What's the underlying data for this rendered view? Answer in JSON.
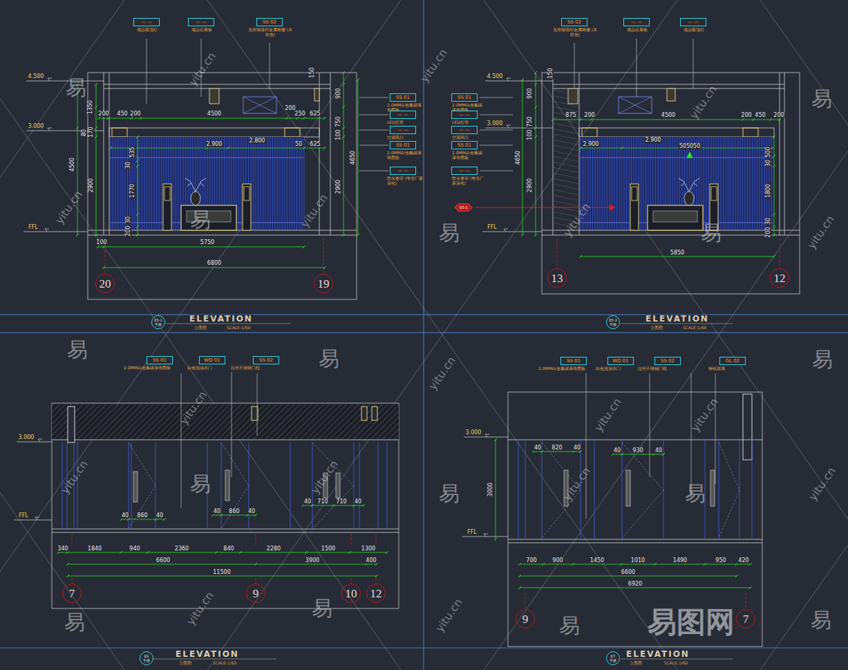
{
  "diagram": {
    "nodes": [
      {
        "text": [
          "— —",
          "成品吸顶灯"
        ]
      },
      {
        "text": [
          "— —",
          "成品石膏板"
        ]
      },
      {
        "text": [
          "SS 02",
          "龙骨隔墙封金属格栅 (木纹色)"
        ]
      },
      {
        "text": [
          "SS 01",
          "2.0MM白色氟碳漆饰面板"
        ]
      },
      {
        "text": [
          "— —",
          "LED灯带"
        ]
      },
      {
        "text": [
          "— —",
          "空调风口"
        ]
      },
      {
        "text": [
          "SS 01",
          "2.0MM白色氟碳漆饰面板"
        ]
      },
      {
        "text": [
          "— —",
          "防火卷帘 (专业厂家深化)"
        ]
      },
      {
        "text": [
          "20"
        ]
      },
      {
        "text": [
          "19"
        ]
      },
      {
        "text": [
          "E5-1",
          "手册"
        ]
      },
      {
        "text": [
          "SS 02",
          "龙骨隔墙封金属格栅 (木纹色)"
        ]
      },
      {
        "text": [
          "— —",
          "成品石膏板"
        ]
      },
      {
        "text": [
          "— —",
          "成品吸顶灯"
        ]
      },
      {
        "text": [
          "SS 01",
          "2.0MM白色氟碳漆饰面板"
        ]
      },
      {
        "text": [
          "— —",
          "LED灯带"
        ]
      },
      {
        "text": [
          "— —",
          "空调风口"
        ]
      },
      {
        "text": [
          "SS 01",
          "2.0MM白色氟碳漆饰面板"
        ]
      },
      {
        "text": [
          "— —",
          "防火卷帘 (专业厂家深化)"
        ]
      },
      {
        "text": [
          "E5-1"
        ]
      },
      {
        "text": [
          "13"
        ]
      },
      {
        "text": [
          "12"
        ]
      },
      {
        "text": [
          "E5-3",
          "手册"
        ]
      },
      {
        "text": [
          "SS 01",
          "2.0MM白色氟碳漆饰面板"
        ]
      },
      {
        "text": [
          "WD 01",
          "白色混油木门"
        ]
      },
      {
        "text": [
          "SS 02",
          "拉丝不锈钢门框"
        ]
      },
      {
        "text": [
          "7"
        ]
      },
      {
        "text": [
          "9"
        ]
      },
      {
        "text": [
          "10"
        ]
      },
      {
        "text": [
          "12"
        ]
      },
      {
        "text": [
          "E6",
          "手册"
        ]
      },
      {
        "text": [
          "SS 01",
          "2.0MM白色氟碳漆饰面板"
        ]
      },
      {
        "text": [
          "WD 01",
          "白色混油木门"
        ]
      },
      {
        "text": [
          "SS 02",
          "拉丝不锈钢门框"
        ]
      },
      {
        "text": [
          "GL 02",
          "钢化玻璃"
        ]
      },
      {
        "text": [
          "9"
        ]
      },
      {
        "text": [
          "7"
        ]
      },
      {
        "text": [
          "E7",
          "手册"
        ]
      }
    ],
    "labels": [
      "4.500",
      "3.000",
      "FFL",
      "1350",
      "80",
      "170",
      "4500",
      "2900",
      "200",
      "450",
      "200",
      "4500",
      "200",
      "250",
      "625",
      "150",
      "900",
      "750",
      "100",
      "2.900",
      "2.800",
      "50",
      "625",
      "535",
      "30",
      "1770",
      "30",
      "200",
      "4650",
      "2900",
      "100",
      "5750",
      "6800",
      "ELEVATION",
      "立面图",
      "SCALE:1/60",
      "4.500",
      "3.000",
      "FFL",
      "150",
      "900",
      "750",
      "100",
      "4650",
      "2900",
      "875",
      "200",
      "4500",
      "200",
      "450",
      "200",
      "2.900",
      "2.900",
      "505050",
      "500",
      "30",
      "1800",
      "30",
      "200",
      "5850",
      "ELEVATION",
      "立面图",
      "SCALE:1/60",
      "3.000",
      "FFL",
      "40",
      "860",
      "40",
      "40",
      "860",
      "40",
      "40",
      "710",
      "710",
      "40",
      "340",
      "1840",
      "940",
      "2360",
      "840",
      "2280",
      "1500",
      "1300",
      "6600",
      "3900",
      "400",
      "11500",
      "ELEVATION",
      "立面图",
      "SCALE:1/60",
      "3.000",
      "FFL",
      "3000",
      "40",
      "820",
      "40",
      "40",
      "930",
      "40",
      "700",
      "900",
      "1450",
      "1010",
      "1490",
      "950",
      "420",
      "6600",
      "6920",
      "ELEVATION",
      "立面图",
      "SCALE:1/60",
      "易图网",
      "易",
      "易",
      "易",
      "易",
      "易",
      "易",
      "易",
      "易",
      "易",
      "易",
      "易",
      "易",
      "易",
      "易",
      "易",
      "yitu.cn",
      "yitu.cn",
      "yitu.cn",
      "yitu.cn",
      "yitu.cn",
      "yitu.cn",
      "yitu.cn",
      "yitu.cn",
      "yitu.cn",
      "yitu.cn",
      "yitu.cn",
      "yitu.cn",
      "yitu.cn",
      "yitu.cn",
      "yitu.cn",
      "yitu.cn",
      "yitu.cn"
    ]
  }
}
